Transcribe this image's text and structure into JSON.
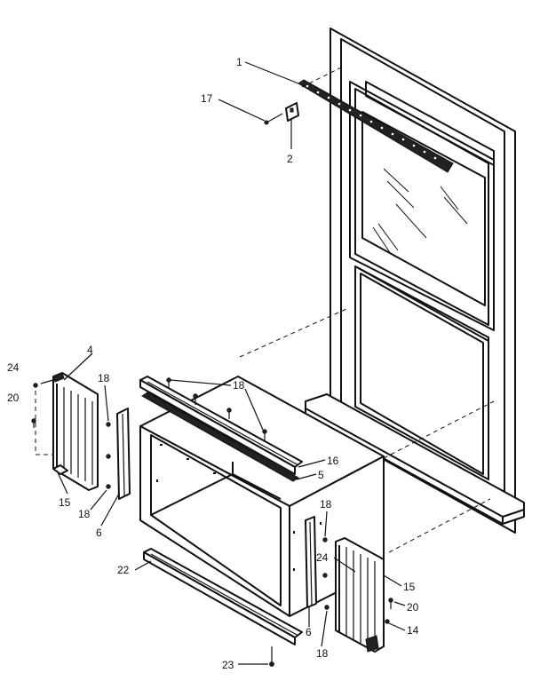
{
  "labels": {
    "p1": "1",
    "p17": "17",
    "p2": "2",
    "p4": "4",
    "p24a": "24",
    "p20a": "20",
    "p18a": "18",
    "p18b": "18",
    "p15a": "15",
    "p18c": "18",
    "p6a": "6",
    "p16": "16",
    "p5": "5",
    "p18d": "18",
    "p24b": "24",
    "p15b": "15",
    "p20b": "20",
    "p14": "14",
    "p22": "22",
    "p6b": "6",
    "p18e": "18",
    "p23": "23"
  }
}
